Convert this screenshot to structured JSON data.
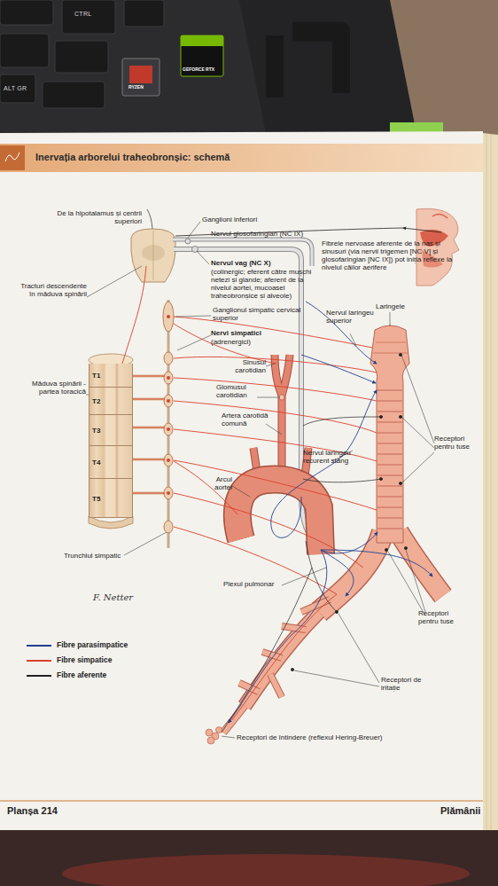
{
  "diagram": {
    "title": "Inervația arborelui traheobronșic: schemă",
    "nodes": [
      {
        "text": [
          "T1"
        ]
      },
      {
        "text": [
          "T2"
        ]
      },
      {
        "text": [
          "T3"
        ]
      },
      {
        "text": [
          "T4"
        ]
      },
      {
        "text": [
          "T5"
        ]
      }
    ],
    "labels": [
      "CTRL",
      "ALT GR",
      "RYZEN",
      "GEFORCE RTX",
      "De la hipotalamus și centrii superiori",
      "Ganglioni inferiori",
      "Nervul glosofaringian (NC IX)",
      "Fibrele nervoase aferente de la nas și sinusuri (via nervii trigemen [NC V] și glosofaringian [NC IX]) pot iniția reflexe la nivelul căilor aerifere",
      "Nervul vag (NC X)",
      "(colinergic; eferent către mușchi netezi și glande; aferent de la nivelul aortei, mucoasei traheobronșice și alveole)",
      "Tracturi descendente în măduva spinării",
      "Ganglionul simpatic cervical superior",
      "Nervi simpatici",
      "(adrenergici)",
      "Nervul laringeu superior",
      "Laringele",
      "Sinusul carotidian",
      "Glomusul carotidian",
      "Măduva spinării - partea toracică",
      "Artera carotidă comună",
      "Receptori pentru tuse",
      "Nervul laringeu recurent stâng",
      "Arcul aortei",
      "Trunchiul simpatic",
      "F. Netter",
      "Plexul pulmonar",
      "Receptori pentru tuse",
      "Receptori de iritație",
      "Receptori de întindere (reflexul Hering-Breuer)",
      "Planșa 214",
      "Plămânii"
    ],
    "legend": [
      {
        "text": "Fibre parasimpatice"
      },
      {
        "text": "Fibre simpatice"
      },
      {
        "text": "Fibre aferente"
      }
    ]
  }
}
